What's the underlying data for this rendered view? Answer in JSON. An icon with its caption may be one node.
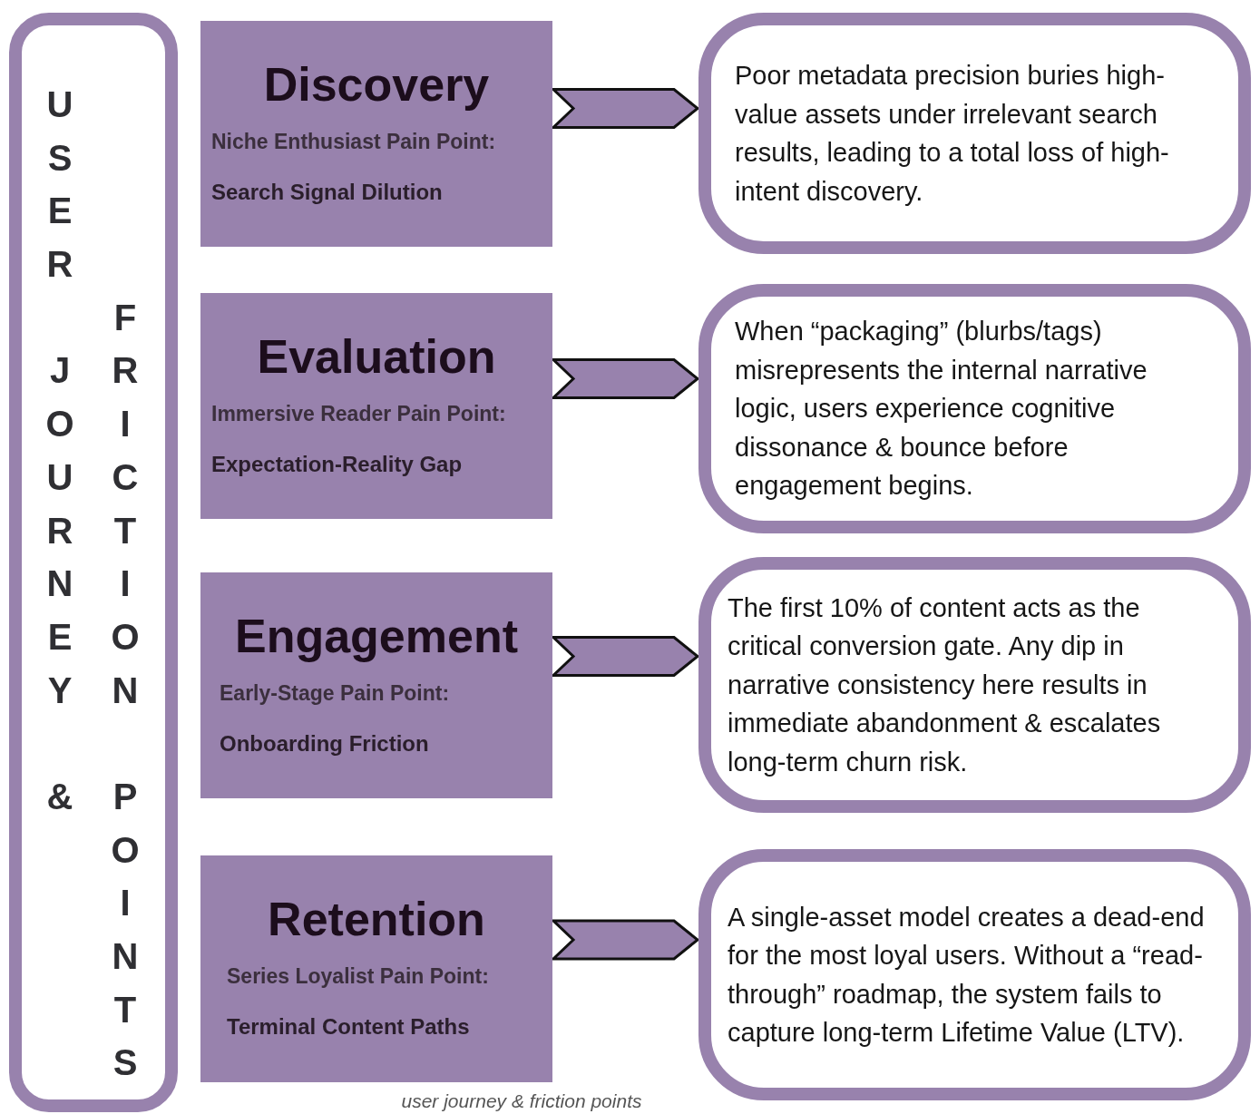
{
  "diagram": {
    "caption": "user journey & friction points",
    "nodes": [
      {
        "text": [
          "USER JOURNEY &",
          "FRICTION POINTS"
        ]
      },
      {
        "text": [
          "Discovery",
          "Niche Enthusiast Pain Point:",
          "Search Signal Dilution"
        ]
      },
      {
        "text": [
          "Evaluation",
          "Immersive Reader Pain Point:",
          "Expectation-Reality Gap"
        ]
      },
      {
        "text": [
          "Engagement",
          "Early-Stage Pain Point:",
          "Onboarding Friction"
        ]
      },
      {
        "text": [
          "Retention",
          "Series Loyalist Pain Point:",
          "Terminal Content Paths"
        ]
      },
      {
        "text": [
          "Poor metadata precision buries high-value assets under irrelevant search results, leading to a total loss of high-intent discovery."
        ]
      },
      {
        "text": [
          "When “packaging” (blurbs/tags) misrepresents the internal narrative logic, users experience cognitive dissonance & bounce before engagement begins."
        ]
      },
      {
        "text": [
          "The first 10% of content acts as the critical conversion gate. Any dip in narrative consistency here results in immediate abandonment & escalates long-term churn risk."
        ]
      },
      {
        "text": [
          "A single-asset model creates a dead-end for the most loyal users. Without a “read-through” roadmap, the system fails to capture long-term Lifetime Value (LTV)."
        ]
      }
    ],
    "edges": [
      {
        "from": 1,
        "to": 5,
        "arrow": "to"
      },
      {
        "from": 2,
        "to": 6,
        "arrow": "to"
      },
      {
        "from": 3,
        "to": 7,
        "arrow": "to"
      },
      {
        "from": 4,
        "to": 8,
        "arrow": "to"
      }
    ]
  }
}
